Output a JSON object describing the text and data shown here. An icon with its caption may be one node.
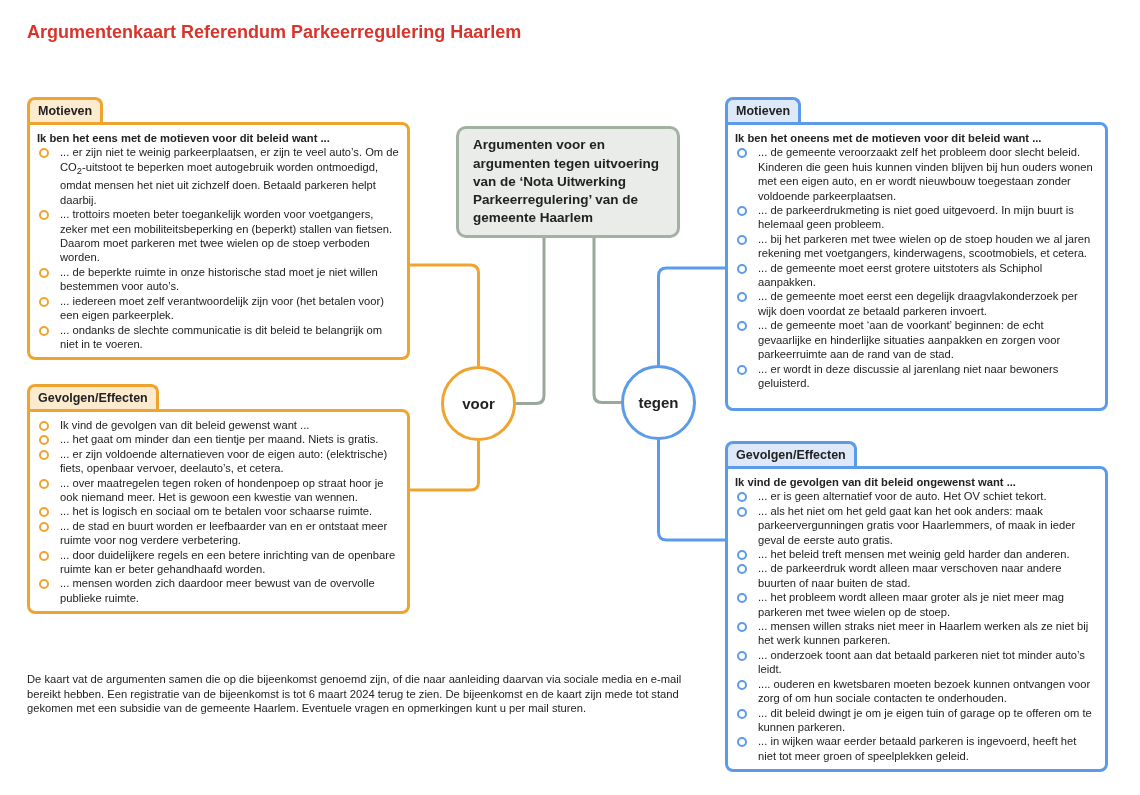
{
  "diagram": {
    "title": "Argumentenkaart Referendum Parkeerregulering Haarlem",
    "nodes": [
      {
        "text": [
          "Argumenten voor en argumenten tegen uitvoering van de ‘Nota Uitwerking Parkeerregulering’ van de gemeente Haarlem"
        ]
      },
      {
        "text": [
          "voor"
        ]
      },
      {
        "text": [
          "tegen"
        ]
      },
      {
        "text": [
          "Motieven",
          "Ik ben het eens met de motieven voor dit beleid want ...",
          "... er zijn niet te weinig parkeerplaatsen, er zijn te veel auto’s. Om de CO$_{2}$-uitstoot te beperken moet autogebruik worden ontmoedigd, omdat mensen het niet uit zichzelf doen. Betaald parkeren helpt daarbij.",
          "... trottoirs moeten beter toegankelijk worden voor voetgangers, zeker met een mobiliteitsbeperking en (beperkt) stallen van fietsen. Daarom moet parkeren met twee wielen op de stoep verboden worden.",
          "... de beperkte ruimte in onze historische stad moet je niet willen bestemmen voor auto’s.",
          "... iedereen moet zelf verantwoordelijk zijn voor (het betalen voor) een eigen parkeerplek.",
          "... ondanks de slechte communicatie is dit beleid te belangrijk om niet in te voeren."
        ]
      },
      {
        "text": [
          "Gevolgen/Effecten",
          "Ik vind de gevolgen van dit beleid gewenst want ...",
          "... het gaat om minder dan een tientje per maand. Niets is gratis.",
          "... er zijn voldoende alternatieven voor de eigen auto: (elektrische) fiets, openbaar vervoer, deelauto’s, et cetera.",
          "... over maatregelen tegen roken of hondenpoep op straat hoor je ook niemand meer. Het is gewoon een kwestie van wennen.",
          "... het is logisch en sociaal om te betalen voor schaarse ruimte.",
          "... de stad en buurt worden er leefbaarder van en er ontstaat meer ruimte voor nog verdere verbetering.",
          "... door duidelijkere regels en een betere inrichting van de openbare ruimte kan er beter gehandhaafd worden.",
          "... mensen worden zich daardoor meer bewust van de overvolle publieke ruimte."
        ]
      },
      {
        "text": [
          "Motieven",
          "Ik ben het oneens met de motieven voor dit beleid want ...",
          "... de gemeente veroorzaakt zelf het probleem door slecht beleid. Kinderen die geen huis kunnen vinden blijven bij hun ouders wonen met een eigen auto, en er wordt nieuwbouw toegestaan zonder voldoende parkeerplaatsen.",
          "... de parkeerdrukmeting is niet goed uitgevoerd. In mijn buurt is helemaal geen probleem.",
          "... bij het parkeren met twee wielen op de stoep houden we al jaren rekening met voetgangers, kinderwagens, scootmobiels, et cetera.",
          "... de gemeente moet eerst grotere uitstoters als Schiphol aanpakken.",
          "... de gemeente moet eerst een degelijk draagvlakonderzoek per wijk doen voordat ze betaald parkeren invoert.",
          "... de gemeente moet ‘aan de voorkant’ beginnen: de echt gevaarlijke en hinderlijke situaties aanpakken en zorgen voor parkeerruimte aan de rand van de stad.",
          "... er wordt in deze discussie al jarenlang niet naar bewoners geluisterd."
        ]
      },
      {
        "text": [
          "Gevolgen/Effecten",
          "Ik vind de gevolgen van dit beleid ongewenst want ...",
          "... er is geen alternatief voor de auto. Het OV schiet tekort.",
          "... als het niet om het geld gaat kan het ook anders: maak parkeervergunningen gratis voor Haarlemmers, of maak in ieder geval de eerste auto gratis.",
          "... het beleid treft mensen met weinig geld harder dan anderen.",
          "... de parkeerdruk wordt alleen maar verschoven naar andere buurten of naar buiten de stad.",
          "... het probleem wordt alleen maar groter als je niet meer mag parkeren met twee wielen op de stoep.",
          "... mensen willen straks niet meer in Haarlem werken als ze niet bij het werk kunnen parkeren.",
          "... onderzoek toont aan dat betaald parkeren niet tot minder auto’s leidt.",
          ".... ouderen en kwetsbaren moeten bezoek kunnen ontvangen voor zorg of om hun sociale contacten te onderhouden.",
          "... dit beleid dwingt je om je eigen tuin of garage op te offeren om te kunnen parkeren.",
          "... in wijken waar eerder betaald parkeren is ingevoerd, heeft het niet tot meer groen of speelplekken geleid."
        ]
      }
    ],
    "edges": [
      {
        "from": 0,
        "to": 1,
        "arrow": "none",
        "color": "#9aa89a"
      },
      {
        "from": 0,
        "to": 2,
        "arrow": "none",
        "color": "#9aa89a"
      },
      {
        "from": 1,
        "to": 3,
        "arrow": "none",
        "color": "#f0a430"
      },
      {
        "from": 1,
        "to": 4,
        "arrow": "none",
        "color": "#f0a430"
      },
      {
        "from": 2,
        "to": 5,
        "arrow": "none",
        "color": "#5b9bea"
      },
      {
        "from": 2,
        "to": 6,
        "arrow": "none",
        "color": "#5b9bea"
      }
    ],
    "labels": [
      "De kaart vat de argumenten samen die op die bijeenkomst genoemd zijn, of die naar aanleiding daarvan via sociale media en e-mail bereikt hebben. Een registratie van de bijeenkomst is tot 6 maart 2024 terug te zien. De bijeenkomst en de kaart zijn mede tot stand gekomen met een subsidie van de gemeente Haarlem. Eventuele vragen en opmerkingen kunt u per mail sturen."
    ]
  }
}
